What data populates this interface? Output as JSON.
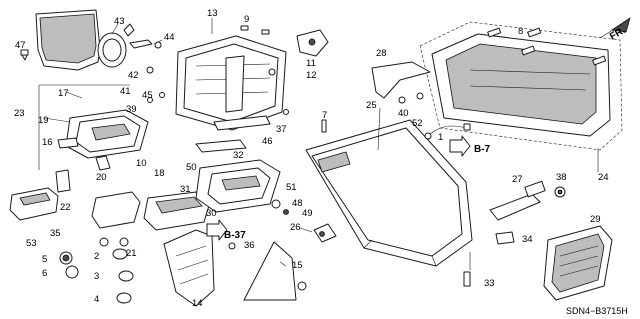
{
  "diagram": {
    "code": "SDN4−B3715H",
    "direction_marker": "FR.",
    "references": [
      "B-7",
      "B-37"
    ],
    "callouts": [
      "1",
      "2",
      "3",
      "4",
      "5",
      "6",
      "7",
      "8",
      "9",
      "10",
      "11",
      "12",
      "13",
      "14",
      "15",
      "16",
      "17",
      "18",
      "19",
      "20",
      "21",
      "22",
      "23",
      "24",
      "25",
      "26",
      "27",
      "28",
      "29",
      "30",
      "31",
      "32",
      "33",
      "34",
      "35",
      "36",
      "37",
      "38",
      "39",
      "40",
      "41",
      "42",
      "43",
      "44",
      "45",
      "46",
      "47",
      "48",
      "49",
      "50",
      "51",
      "52",
      "53"
    ]
  }
}
